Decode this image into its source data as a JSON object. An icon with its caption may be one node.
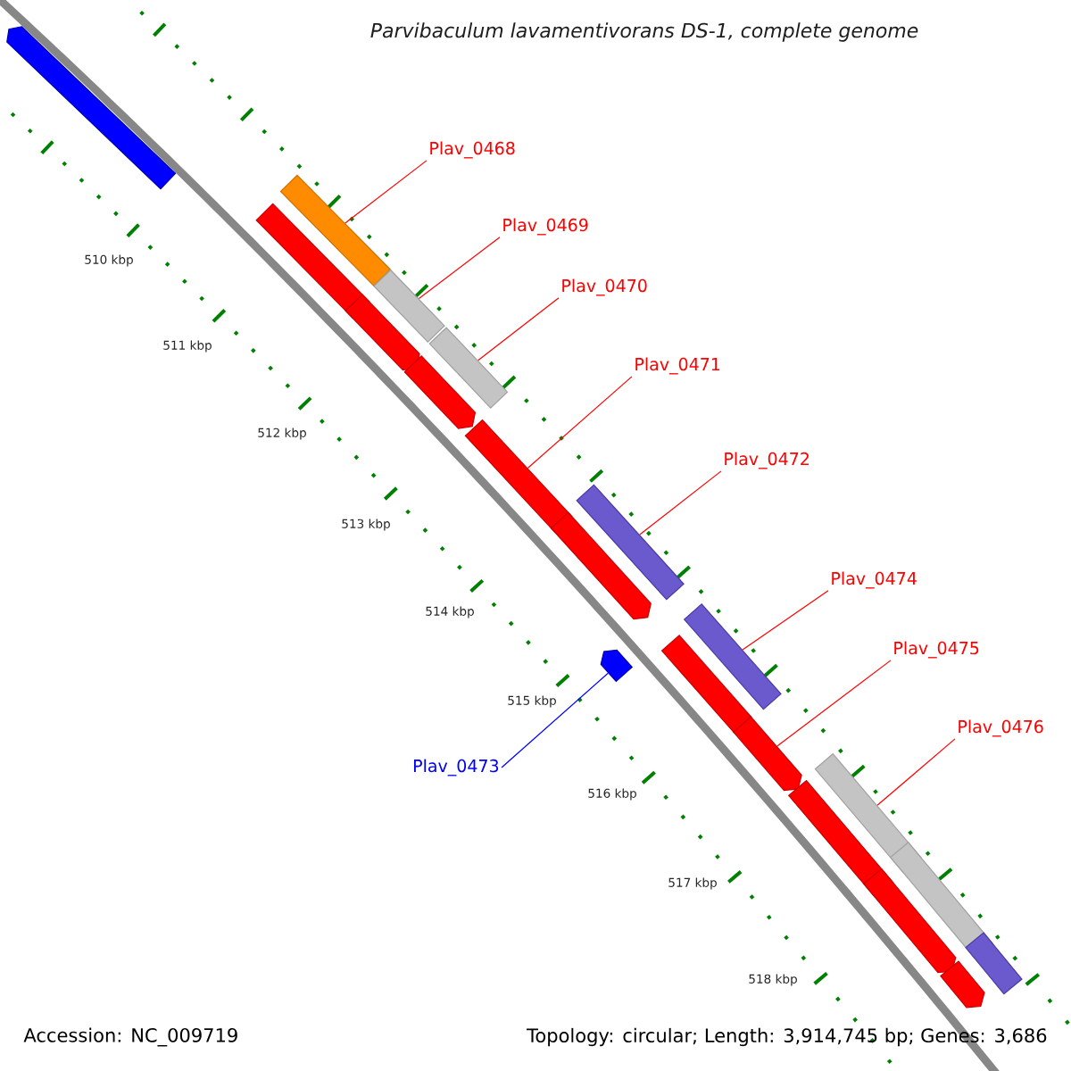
{
  "diagram": {
    "title": "Parvibaculum lavamentivorans DS-1, complete genome",
    "nodes": [
      {
        "text": [],
        "shape": "pentagon"
      },
      {
        "text": [],
        "shape": "pentagon"
      },
      {
        "text": [],
        "shape": "pentagon"
      },
      {
        "text": [],
        "shape": "pentagon"
      },
      {
        "text": [],
        "shape": "pentagon"
      },
      {
        "text": [],
        "shape": "pentagon"
      },
      {
        "text": [],
        "shape": "pentagon"
      },
      {
        "text": [],
        "shape": "pentagon"
      },
      {
        "text": [],
        "shape": "pentagon"
      },
      {
        "text": [],
        "shape": "pentagon"
      },
      {
        "text": [],
        "shape": "pentagon"
      },
      {
        "text": [],
        "shape": "bar"
      },
      {
        "text": [],
        "shape": "bar"
      },
      {
        "text": [],
        "shape": "bar"
      },
      {
        "text": [],
        "shape": "bar"
      },
      {
        "text": [],
        "shape": "bar"
      },
      {
        "text": [],
        "shape": "bar"
      },
      {
        "text": [],
        "shape": "bar"
      },
      {
        "text": [],
        "shape": "bar"
      },
      {
        "text": [],
        "shape": "pentagon"
      },
      {
        "text": [
          "Plav_0468"
        ]
      },
      {
        "text": [
          "Plav_0469"
        ]
      },
      {
        "text": [
          "Plav_0470"
        ]
      },
      {
        "text": [
          "Plav_0471"
        ]
      },
      {
        "text": [
          "Plav_0472"
        ]
      },
      {
        "text": [
          "Plav_0473"
        ]
      },
      {
        "text": [
          "Plav_0474"
        ]
      },
      {
        "text": [
          "Plav_0475"
        ]
      },
      {
        "text": [
          "Plav_0476"
        ]
      }
    ],
    "edges": [
      {
        "from": 20,
        "to": 11,
        "arrow": "none"
      },
      {
        "from": 21,
        "to": 12,
        "arrow": "none"
      },
      {
        "from": 22,
        "to": 13,
        "arrow": "none"
      },
      {
        "from": 23,
        "to": 4,
        "arrow": "none"
      },
      {
        "from": 24,
        "to": 14,
        "arrow": "none"
      },
      {
        "from": 25,
        "to": 19,
        "arrow": "none",
        "color": "#0000ff"
      },
      {
        "from": 26,
        "to": 15,
        "arrow": "none"
      },
      {
        "from": 27,
        "to": 7,
        "arrow": "none"
      },
      {
        "from": 28,
        "to": 16,
        "arrow": "none"
      }
    ],
    "labels": [
      "510 kbp",
      "511 kbp",
      "512 kbp",
      "513 kbp",
      "514 kbp",
      "515 kbp",
      "516 kbp",
      "517 kbp",
      "518 kbp",
      "Accession: NC_009719",
      "Topology: circular; Length: 3,914,745 bp; Genes: 3,686"
    ]
  }
}
